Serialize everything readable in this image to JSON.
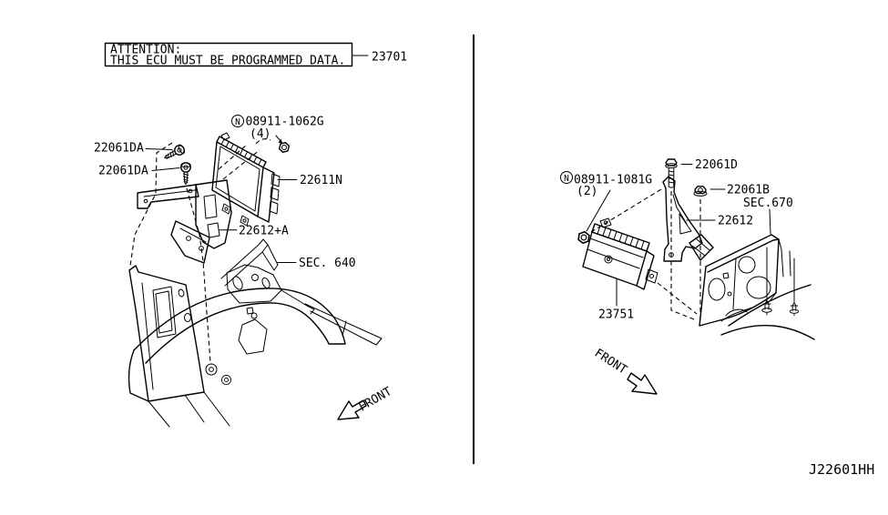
{
  "colors": {
    "line": "#000000",
    "background": "#ffffff"
  },
  "attention": {
    "line1": "ATTENTION:",
    "line2": "THIS ECU MUST BE PROGRAMMED DATA.",
    "callout": "23701"
  },
  "left_view": {
    "screw_top_label": "22061DA",
    "screw_bottom_label": "22061DA",
    "nut_prefix": "N",
    "nut_label": "08911-1062G",
    "nut_qty": "(4)",
    "ecu_label": "22611N",
    "bracket_label": "22612+A",
    "section_label": "SEC. 640",
    "front_label": "FRONT"
  },
  "right_view": {
    "nut_prefix": "N",
    "nut_label": "08911-1081G",
    "nut_qty": "(2)",
    "bolt_label": "22061D",
    "flange_nut_label": "22061B",
    "section_label": "SEC.670",
    "bracket_label": "22612",
    "module_label": "23751",
    "front_label": "FRONT"
  },
  "footer": {
    "diagram_code": "J22601HH"
  }
}
